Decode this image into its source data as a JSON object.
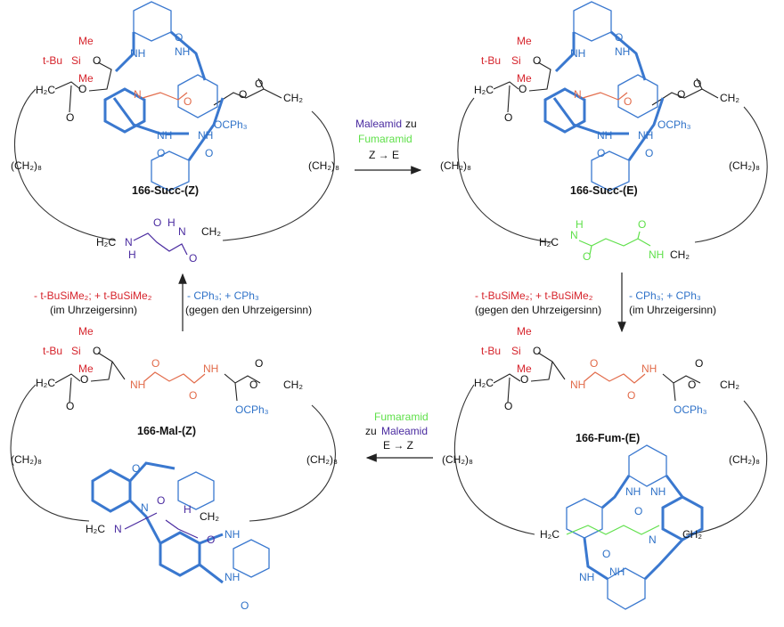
{
  "colors": {
    "black": "#111111",
    "red_silyl": "#d6232b",
    "blue_trityl": "#2f72c8",
    "purple_maleamide": "#4a2ba0",
    "green_fumaramide": "#5fe04a",
    "orange_linker": "#e26b4a"
  },
  "atoms": {
    "tbu": "t-Bu",
    "si": "Si",
    "me": "Me",
    "o": "O",
    "nh": "NH",
    "n": "N",
    "h": "H",
    "h2c": "H₂C",
    "ch2": "CH₂",
    "ocph3": "OCPh₃",
    "ch28": "(CH₂)₈",
    "och": "O",
    "nh_short": "N"
  },
  "compounds": {
    "succ_z": "166-Succ-(Z)",
    "succ_e": "166-Succ-(E)",
    "mal_z": "166-Mal-(Z)",
    "fum_e": "166-Fum-(E)"
  },
  "arrows": {
    "top_line1": "Maleamid",
    "top_line1b": "zu",
    "top_line2": "Fumaramid",
    "top_line3": "Z → E",
    "bottom_line1": "Fumaramid",
    "bottom_line2a": "zu",
    "bottom_line2b": "Maleamid",
    "bottom_line3": "E → Z",
    "left_silyl": "- t-BuSiMe₂; + t-BuSiMe₂",
    "left_silyl_dir": "(im Uhrzeigersinn)",
    "left_trityl": "- CPh₃; + CPh₃",
    "left_trityl_dir": "(gegen den Uhrzeigersinn)",
    "right_silyl": "- t-BuSiMe₂; + t-BuSiMe₂",
    "right_silyl_dir": "(gegen den Uhrzeigersinn)",
    "right_trityl": "- CPh₃; + CPh₃",
    "right_trityl_dir": "(im Uhrzeigersinn)"
  }
}
